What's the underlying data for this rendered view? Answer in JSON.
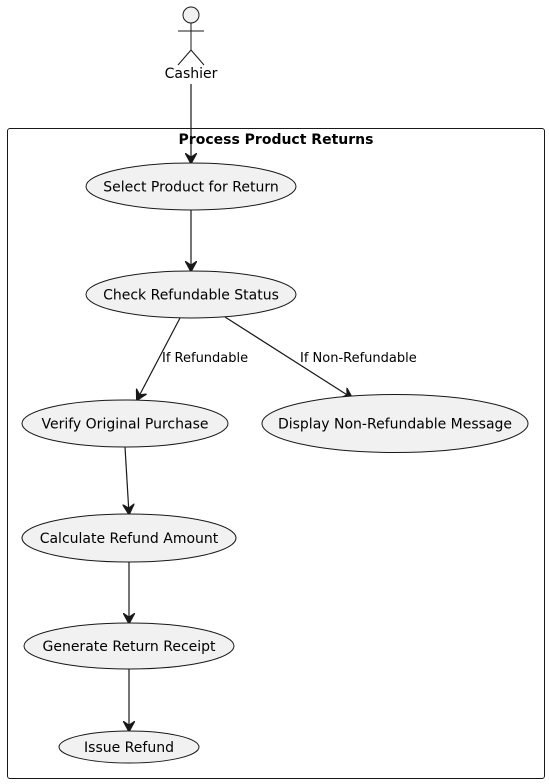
{
  "diagram": {
    "type": "use-case",
    "actor": {
      "name": "Cashier"
    },
    "boundary": {
      "title": "Process Product Returns"
    },
    "use_cases": {
      "select_product": "Select Product for Return",
      "check_status": "Check Refundable Status",
      "verify_purchase": "Verify Original Purchase",
      "display_message": "Display Non-Refundable Message",
      "calculate_amount": "Calculate Refund Amount",
      "generate_receipt": "Generate Return Receipt",
      "issue_refund": "Issue Refund"
    },
    "edge_labels": {
      "if_refundable": "If Refundable",
      "if_non_refundable": "If Non-Refundable"
    },
    "colors": {
      "use_case_fill": "#f1f1f1",
      "stroke": "#181818",
      "background": "#ffffff"
    }
  }
}
